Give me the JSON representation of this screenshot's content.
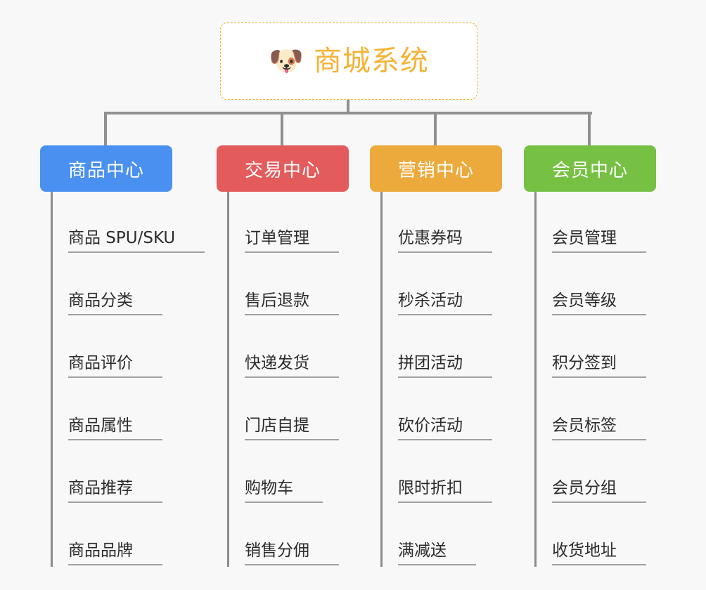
{
  "root": {
    "icon": "shiba-dog-face-icon",
    "icon_glyph": "🐶",
    "title": "商城系统",
    "title_color": "#f5b335",
    "border_color": "#f0b429",
    "background": "#ffffff"
  },
  "canvas": {
    "background": "#f8f8f8",
    "connector_color": "#909090"
  },
  "categories": [
    {
      "label": "商品中心",
      "color": "#4a90f0",
      "items": [
        "商品 SPU/SKU",
        "商品分类",
        "商品评价",
        "商品属性",
        "商品推荐",
        "商品品牌"
      ]
    },
    {
      "label": "交易中心",
      "color": "#e35b5b",
      "items": [
        "订单管理",
        "售后退款",
        "快递发货",
        "门店自提",
        "购物车",
        "销售分佣"
      ]
    },
    {
      "label": "营销中心",
      "color": "#eca93c",
      "items": [
        "优惠券码",
        "秒杀活动",
        "拼团活动",
        "砍价活动",
        "限时折扣",
        "满减送"
      ]
    },
    {
      "label": "会员中心",
      "color": "#76c044",
      "items": [
        "会员管理",
        "会员等级",
        "积分签到",
        "会员标签",
        "会员分组",
        "收货地址"
      ]
    }
  ]
}
